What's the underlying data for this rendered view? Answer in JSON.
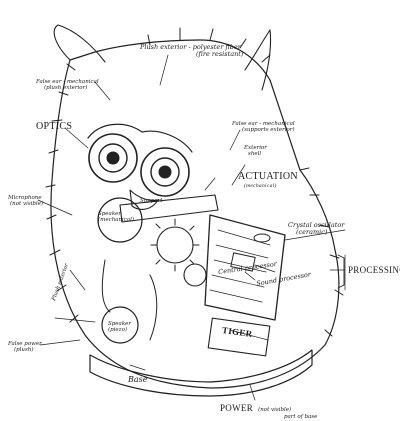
{
  "labels": {
    "optics": "OPTICS",
    "actuation": "ACTUATION",
    "actuation_sub": "(mechanical)",
    "processing": "PROCESSING",
    "power": "POWER",
    "power_sub": "(not visible)",
    "power_sub2": "part of base",
    "base": "Base",
    "plush_exterior_top": "Plush exterior - polyester fiber",
    "plush_exterior_top2": "(fire resistant)",
    "false_ear_left": "False ear - mechanical",
    "false_ear_left2": "(plush exterior)",
    "false_ear_right": "False ear - mechanical",
    "false_ear_right2": "(supports exterior)",
    "exterior_shell": "Exterior",
    "exterior_shell2": "shell",
    "microphone": "Microphone",
    "microphone2": "(not visible)",
    "speaker_mech": "Speaker",
    "speaker_mech2": "(mechanical)",
    "speaker_piezo": "Speaker",
    "speaker_piezo2": "(piezo)",
    "crystal_oscillator": "Crystal oscillator",
    "crystal_oscillator2": "(ceramic)",
    "central_processor": "Central processor",
    "sound_processor": "Sound processor",
    "plush_exterior_side": "Plush exterior",
    "false_power": "False power",
    "false_power2": "(plush)",
    "support": "Support",
    "tiger": "TIGER"
  }
}
